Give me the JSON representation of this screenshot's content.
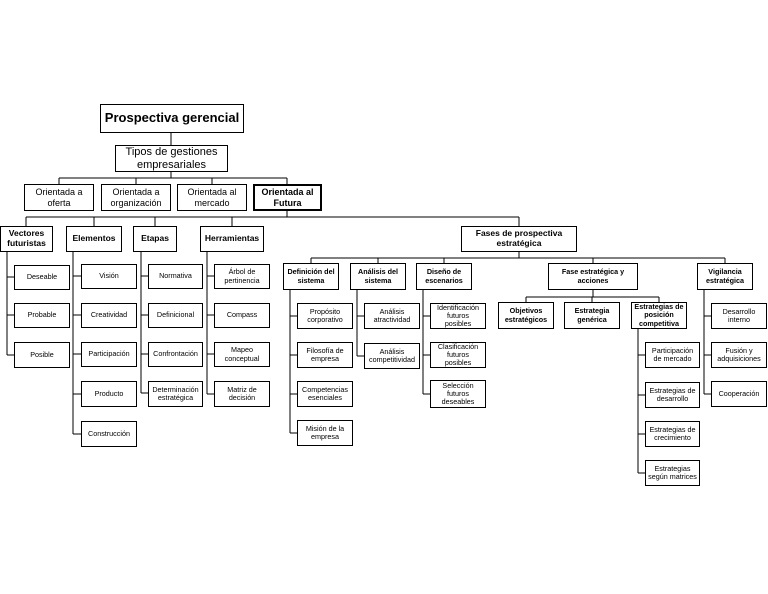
{
  "diagram": {
    "root": "Prospectiva gerencial",
    "sub_root": "Tipos de gestiones empresariales",
    "orientations": [
      "Orientada a oferta",
      "Orientada a organización",
      "Orientada al mercado",
      "Orientada al Futura"
    ],
    "futura_children": {
      "vectores": {
        "title": "Vectores futuristas",
        "items": [
          "Deseable",
          "Probable",
          "Posible"
        ]
      },
      "elementos": {
        "title": "Elementos",
        "items": [
          "Visión",
          "Creatividad",
          "Participación",
          "Producto",
          "Construcción"
        ]
      },
      "etapas": {
        "title": "Etapas",
        "items": [
          "Normativa",
          "Definicional",
          "Confrontación",
          "Determinación estratégica"
        ]
      },
      "herramientas": {
        "title": "Herramientas",
        "items": [
          "Árbol de pertinencia",
          "Compass",
          "Mapeo conceptual",
          "Matriz de decisión"
        ]
      },
      "fases": {
        "title": "Fases de prospectiva estratégica",
        "definicion": {
          "title": "Definición del sistema",
          "items": [
            "Propósito corporativo",
            "Filosofía de empresa",
            "Competencias esenciales",
            "Misión de la empresa"
          ]
        },
        "analisis": {
          "title": "Análisis del sistema",
          "items": [
            "Análisis atractividad",
            "Análisis competitividad"
          ]
        },
        "diseno": {
          "title": "Diseño de escenarios",
          "items": [
            "Identificación futuros posibles",
            "Clasificación futuros posibles",
            "Selección futuros deseables"
          ]
        },
        "fase_estrategica": {
          "title": "Fase estratégica y acciones",
          "objetivos": "Objetivos estratégicos",
          "generica": "Estrategia genérica",
          "posicion": {
            "title": "Estrategias de posición competitiva",
            "items": [
              "Participación de mercado",
              "Estrategias de desarrollo",
              "Estrategias de crecimiento",
              "Estrategias según matrices"
            ]
          }
        },
        "vigilancia": {
          "title": "Vigilancia estratégica",
          "items": [
            "Desarrollo interno",
            "Fusión y adquisiciones",
            "Cooperación"
          ]
        }
      }
    }
  }
}
